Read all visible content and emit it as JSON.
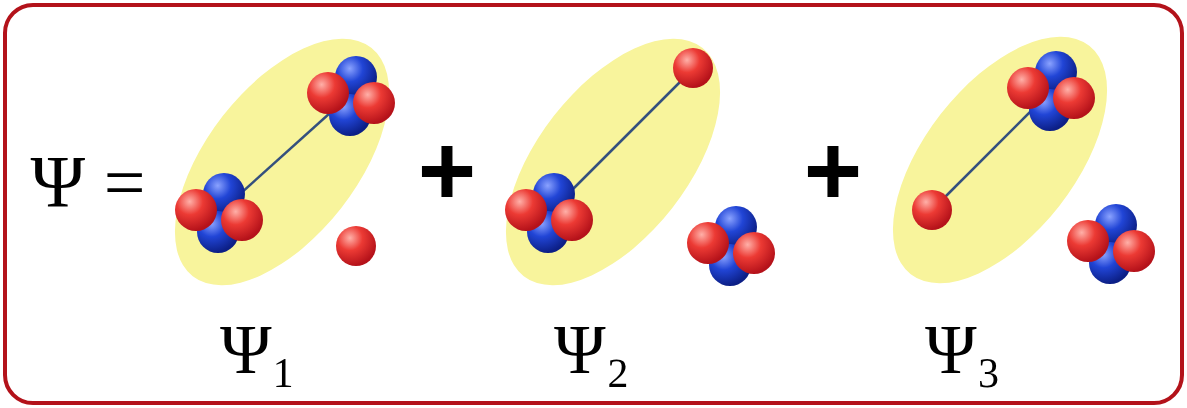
{
  "diagram": {
    "labels": [
      "Ψ =",
      "+",
      "+",
      "Ψ₁",
      "Ψ₂",
      "Ψ₃"
    ]
  }
}
